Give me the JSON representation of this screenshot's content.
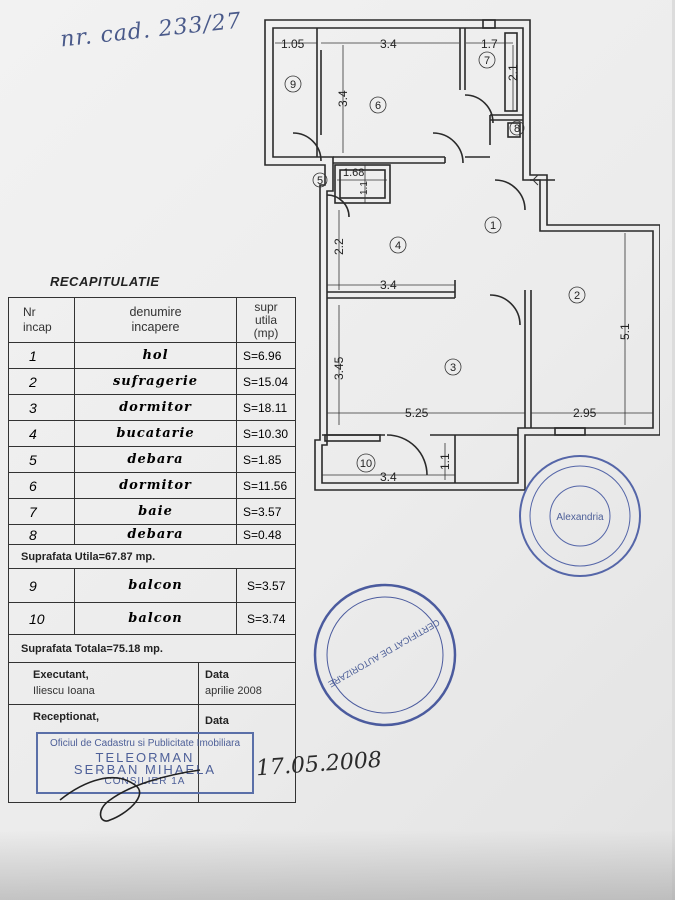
{
  "header": {
    "cad_ref": "nr. cad. 233/27"
  },
  "plan": {
    "dimensions": {
      "balcony9_width": "1.05",
      "room6_width": "3.4",
      "room7_width": "1.7",
      "room6_height": "3.4",
      "room7_height": "2.1",
      "room5_width": "1.68",
      "room5_height": "1.1",
      "room4_height": "2.2",
      "room4_width": "3.4",
      "room3_height": "3.45",
      "room2_height": "5.1",
      "room3_width": "5.25",
      "room2_width": "2.95",
      "balcony10_height": "1.1",
      "balcony10_width": "3.4"
    },
    "room_numbers": [
      "1",
      "2",
      "3",
      "4",
      "5",
      "6",
      "7",
      "8",
      "9",
      "10"
    ]
  },
  "recap": {
    "title": "RECAPITULATIE",
    "headers": {
      "nr_line1": "Nr",
      "nr_line2": "incap",
      "name_line1": "denumire",
      "name_line2": "incapere",
      "area_line1": "supr",
      "area_line2": "utila",
      "area_line3": "(mp)"
    },
    "rooms": [
      {
        "nr": "1",
        "name": "hol",
        "area": "S=6.96"
      },
      {
        "nr": "2",
        "name": "sufragerie",
        "area": "S=15.04"
      },
      {
        "nr": "3",
        "name": "dormitor",
        "area": "S=18.11"
      },
      {
        "nr": "4",
        "name": "bucatarie",
        "area": "S=10.30"
      },
      {
        "nr": "5",
        "name": "debara",
        "area": "S=1.85"
      },
      {
        "nr": "6",
        "name": "dormitor",
        "area": "S=11.56"
      },
      {
        "nr": "7",
        "name": "baie",
        "area": "S=3.57"
      },
      {
        "nr": "8",
        "name": "debara",
        "area": "S=0.48"
      }
    ],
    "useful_total": "Suprafata Utila=67.87 mp.",
    "balconies": [
      {
        "nr": "9",
        "name": "balcon",
        "area": "S=3.57"
      },
      {
        "nr": "10",
        "name": "balcon",
        "area": "S=3.74"
      }
    ],
    "grand_total": "Suprafata Totala=75.18 mp.",
    "executant_label": "Executant,",
    "executant_name": "Iliescu Ioana",
    "data_label": "Data",
    "data_value": "aprilie 2008",
    "receptionat_label": "Receptionat,",
    "data_label_2": "Data"
  },
  "stamps": {
    "office_line1": "Oficiul de Cadastru si Publicitate Imobiliara",
    "office_line2": "TELEORMAN",
    "office_line3": "SERBAN MIHAELA",
    "office_line4": "CONSILIER 1A",
    "cadastre_center": "Alexandria",
    "cert_center": "CERTIFICAT DE AUTORIZARE"
  },
  "handwritten_date": "17.05.2008",
  "colors": {
    "ink": "#222222",
    "stamp": "#4d5f98"
  }
}
